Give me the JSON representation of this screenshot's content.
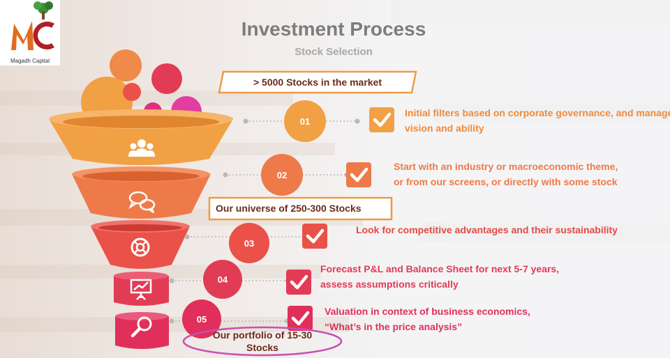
{
  "brand": {
    "name": "Magadh Capital"
  },
  "header": {
    "title": "Investment Process",
    "subtitle": "Stock Selection"
  },
  "callouts": {
    "market": "> 5000 Stocks in the market",
    "universe": "Our universe of 250-300 Stocks",
    "portfolio_line1": "Our portfolio of 15-30",
    "portfolio_line2": "Stocks"
  },
  "steps": [
    {
      "number": "01",
      "line1": "Initial filters based on corporate governance, and management",
      "line2": "vision and ability",
      "color": "#f2a044"
    },
    {
      "number": "02",
      "line1": "Start with an industry or macroeconomic theme,",
      "line2": "or from our screens, or directly with some stock",
      "color": "#ee7a4a"
    },
    {
      "number": "03",
      "line1": "Look for competitive advantages and their sustainability",
      "line2": "",
      "color": "#ea5148"
    },
    {
      "number": "04",
      "line1": "Forecast P&L and Balance Sheet for next 5-7 years,",
      "line2": "assess assumptions critically",
      "color": "#e23b55"
    },
    {
      "number": "05",
      "line1": "Valuation in context of business economics,",
      "line2": "“What’s in the price analysis”",
      "color": "#e02f5a"
    }
  ],
  "icons": [
    "users-icon",
    "chat-bubbles-icon",
    "lifebuoy-icon",
    "presentation-chart-icon",
    "magnifier-icon"
  ],
  "colors": {
    "title": "#7d7d7d",
    "accent_orange": "#f2a044",
    "accent_pink": "#e02f5a",
    "highlight_purple": "#c84fb0"
  }
}
